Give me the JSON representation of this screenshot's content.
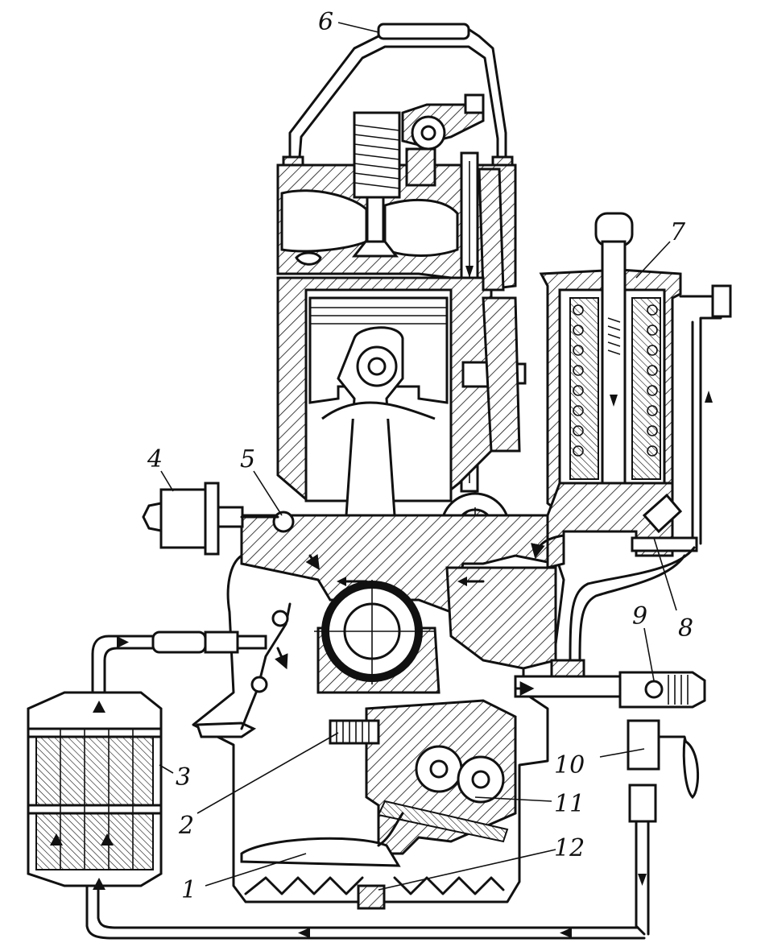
{
  "diagram": {
    "colors": {
      "ink": "#111111",
      "paper": "#ffffff"
    },
    "labels": {
      "l1": "1",
      "l2": "2",
      "l3": "3",
      "l4": "4",
      "l5": "5",
      "l6": "6",
      "l7": "7",
      "l8": "8",
      "l9": "9",
      "l10": "10",
      "l11": "11",
      "l12": "12"
    }
  }
}
